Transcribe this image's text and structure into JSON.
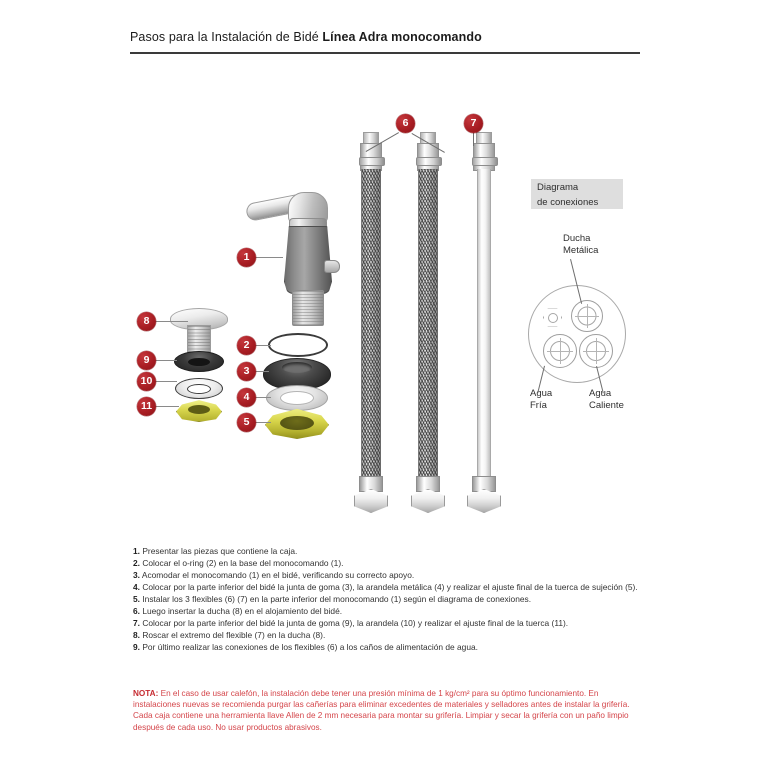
{
  "header": {
    "title_regular": "Pasos para la Instalación de Bidé ",
    "title_bold": "Línea Adra monocomando"
  },
  "markers": {
    "m1": "1",
    "m2": "2",
    "m3": "3",
    "m4": "4",
    "m5": "5",
    "m6": "6",
    "m7": "7",
    "m8": "8",
    "m9": "9",
    "m10": "10",
    "m11": "11"
  },
  "connection_diagram": {
    "box_line1": "Diagrama",
    "box_line2": "de conexiones",
    "shower_l1": "Ducha",
    "shower_l2": "Metálica",
    "cold_l1": "Agua",
    "cold_l2": "Fría",
    "hot_l1": "Agua",
    "hot_l2": "Caliente"
  },
  "steps": [
    {
      "n": "1.",
      "text": "Presentar las piezas que contiene la caja."
    },
    {
      "n": "2.",
      "text": "Colocar el o-ring (2) en la base del monocomando (1)."
    },
    {
      "n": "3.",
      "text": "Acomodar el monocomando (1) en el bidé, verificando su correcto apoyo."
    },
    {
      "n": "4.",
      "text": "Colocar por la parte inferior del bidé la junta de goma (3), la arandela metálica (4) y realizar el ajuste final de la tuerca de sujeción (5)."
    },
    {
      "n": "5.",
      "text": "Instalar los 3 flexibles (6) (7) en la parte inferior del monocomando (1) según el diagrama de conexiones."
    },
    {
      "n": "6.",
      "text": "Luego insertar la ducha (8) en el alojamiento del bidé."
    },
    {
      "n": "7.",
      "text": "Colocar por la parte inferior del bidé la junta de goma (9), la arandela (10) y realizar el ajuste final de la tuerca (11)."
    },
    {
      "n": "8.",
      "text": "Roscar el extremo del flexible (7) en la ducha (8)."
    },
    {
      "n": "9.",
      "text": "Por último realizar las conexiones de los flexibles (6) a los caños de alimentación de agua."
    }
  ],
  "nota": {
    "label": "NOTA:",
    "text": " En el caso de usar calefón, la instalación debe tener una presión mínima de 1 kg/cm² para su óptimo funcionamiento. En instalaciones nuevas se recomienda purgar las cañerías para eliminar excedentes de materiales y selladores antes de instalar la grifería. Cada caja contiene una herramienta llave Allen de 2 mm necesaria para montar su grifería. Limpiar y secar la grifería con un paño limpio después de cada uso. No usar productos abrasivos."
  },
  "colors": {
    "marker_red": "#a81d23",
    "note_red": "#d4454a",
    "diagram_box_grey": "#dedede",
    "brass_yellow": "#d8d64b"
  }
}
